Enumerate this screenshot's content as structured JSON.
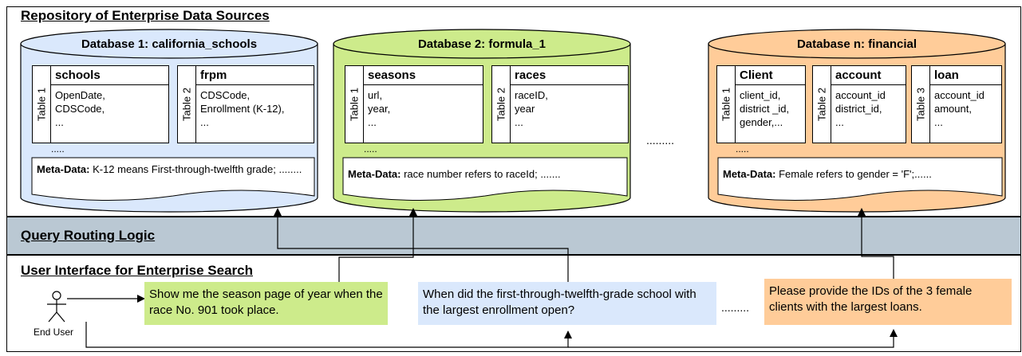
{
  "sections": {
    "repository": "Repository of Enterprise Data Sources",
    "routing": "Query Routing Logic",
    "ui": "User Interface for Enterprise Search"
  },
  "databases": [
    {
      "title": "Database 1: california_schools",
      "color": "#dae8fc",
      "tables": [
        {
          "side": "Table 1",
          "name": "schools",
          "rows": [
            "OpenDate,",
            "CDSCode,",
            "..."
          ]
        },
        {
          "side": "Table 2",
          "name": "frpm",
          "rows": [
            "CDSCode,",
            "Enrollment (K-12),",
            "..."
          ]
        }
      ],
      "dots": ".....",
      "meta_label": "Meta-Data:",
      "meta_text": " K-12 means First-through-twelfth grade; ........"
    },
    {
      "title": "Database 2: formula_1",
      "color": "#cdeb8b",
      "tables": [
        {
          "side": "Table 1",
          "name": "seasons",
          "rows": [
            "url,",
            "year,",
            "..."
          ]
        },
        {
          "side": "Table 2",
          "name": "races",
          "rows": [
            "raceID,",
            "year",
            "..."
          ]
        }
      ],
      "dots": ".....",
      "meta_label": "Meta-Data:",
      "meta_text": " race number refers to raceId; ......."
    },
    {
      "title": "Database n: financial",
      "color": "#ffcc99",
      "tables": [
        {
          "side": "Table 1",
          "name": "Client",
          "rows": [
            "client_id,",
            "district _id,",
            "gender,..."
          ]
        },
        {
          "side": "Table 2",
          "name": "account",
          "rows": [
            "account_id",
            "district_id,",
            "..."
          ]
        },
        {
          "side": "Table 3",
          "name": "loan",
          "rows": [
            "account_id",
            "amount,",
            "..."
          ]
        }
      ],
      "dots": ".....",
      "meta_label": "Meta-Data:",
      "meta_text": " Female refers to gender = 'F';......"
    }
  ],
  "between_dbs_dots": ".........",
  "user": {
    "label": "End User"
  },
  "queries": [
    {
      "text": "Show me the season page of year when the race No. 901 took place.",
      "color": "#cdeb8b"
    },
    {
      "text": "When did the first-through-twelfth-grade school with the largest enrollment open?",
      "color": "#dae8fc"
    },
    {
      "text": "Please provide the IDs of the 3 female clients with the largest loans.",
      "color": "#ffcc99"
    }
  ],
  "between_queries_dots": ".........",
  "colors": {
    "routing_band": "#bac8d3",
    "db_stroke": "#000000"
  }
}
